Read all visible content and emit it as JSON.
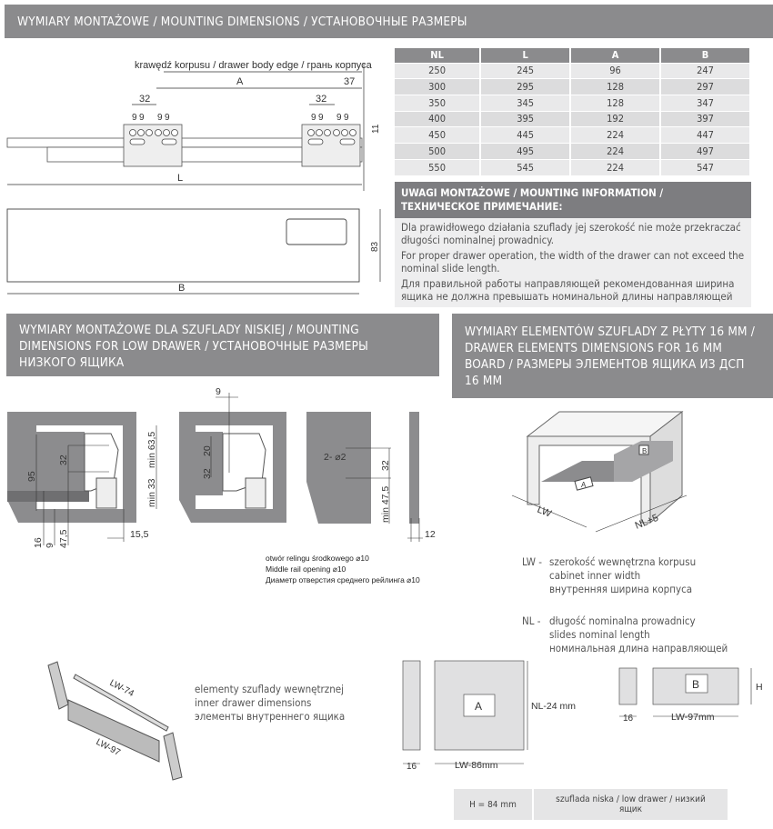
{
  "header": {
    "title": "WYMIARY MONTAŻOWE / MOUNTING DIMENSIONS / УСТАНОВОЧНЫЕ РАЗМЕРЫ"
  },
  "slide_drawing": {
    "edge_label": "krawędź korpusu / drawer body edge / грань корпуса",
    "A": "A",
    "d37": "37",
    "d32": "32",
    "d9": "9",
    "d11": "11",
    "L": "L",
    "B": "B",
    "d83": "83"
  },
  "table": {
    "columns": [
      "NL",
      "L",
      "A",
      "B"
    ],
    "rows": [
      [
        "250",
        "245",
        "96",
        "247"
      ],
      [
        "300",
        "295",
        "128",
        "297"
      ],
      [
        "350",
        "345",
        "128",
        "347"
      ],
      [
        "400",
        "395",
        "192",
        "397"
      ],
      [
        "450",
        "445",
        "224",
        "447"
      ],
      [
        "500",
        "495",
        "224",
        "497"
      ],
      [
        "550",
        "545",
        "224",
        "547"
      ]
    ]
  },
  "notes": {
    "title": "UWAGI MONTAŻOWE / MOUNTING INFORMATION / ТЕХНИЧЕСКОЕ ПРИМЕЧАНИЕ:",
    "pl": "Dla prawidłowego działania szuflady jej szerokość nie może przekraczać długości nominalnej prowadnicy.",
    "en": "For proper drawer operation, the width of the drawer can not exceed the nominal slide length.",
    "ru": "Для правильной работы направляющей рекомендованная ширина ящика не должна превышать  номинальной длины направляющей"
  },
  "section_low": {
    "title": "WYMIARY MONTAŻOWE DLA SZUFLADY NISKIEJ / MOUNTING DIMENSIONS FOR LOW DRAWER / УСТАНОВОЧНЫЕ РАЗМЕРЫ НИЗКОГО ЯЩИКА",
    "dims": {
      "d95": "95",
      "d32": "32",
      "d63": "min 63,5",
      "d33": "min 33",
      "d16": "16",
      "d9": "9",
      "d47": "47,5",
      "d155": "15,5",
      "d9b": "9",
      "d20": "20",
      "d32b": "32",
      "hole": "2- ⌀2",
      "d32c": "32",
      "d47b": "min 47,5",
      "d12": "12"
    },
    "caption": [
      "otwór relingu środkowego  ⌀10",
      "Middle rail opening  ⌀10",
      "Диаметр отверстия среднего рейлинга ⌀10"
    ]
  },
  "section_elements": {
    "title": "WYMIARY ELEMENTÓW SZUFLADY Z PŁYTY 16 MM / DRAWER ELEMENTS DIMENSIONS FOR 16 MM BOARD / РАЗМЕРЫ ЭЛЕМЕНТОВ ЯЩИКА ИЗ ДСП 16 ММ",
    "box": {
      "LW": "LW",
      "NL5": "NL+5",
      "A": "A",
      "B": "B"
    },
    "legend": [
      {
        "key": "LW -",
        "lines": [
          "szerokość wewnętrzna korpusu",
          "cabinet inner width",
          "внутренняя ширина корпуса"
        ]
      },
      {
        "key": "NL -",
        "lines": [
          "długość nominalna prowadnicy",
          "slides nominal length",
          "номинальная длина направляющей"
        ]
      }
    ]
  },
  "inner": {
    "lw74": "LW-74",
    "lw97": "LW-97",
    "lines": [
      "elementy szuflady wewnętrznej",
      "inner drawer dimensions",
      "элементы внутреннего ящика"
    ]
  },
  "panels": {
    "A": "A",
    "nl24": "NL-24 mm",
    "s16": "16",
    "lw86": "LW-86mm",
    "B": "B",
    "H": "H",
    "s16b": "16",
    "lw97": "LW-97mm"
  },
  "footer": {
    "height": "H = 84 mm",
    "type": "szuflada niska / low drawer / низкий ящик"
  }
}
